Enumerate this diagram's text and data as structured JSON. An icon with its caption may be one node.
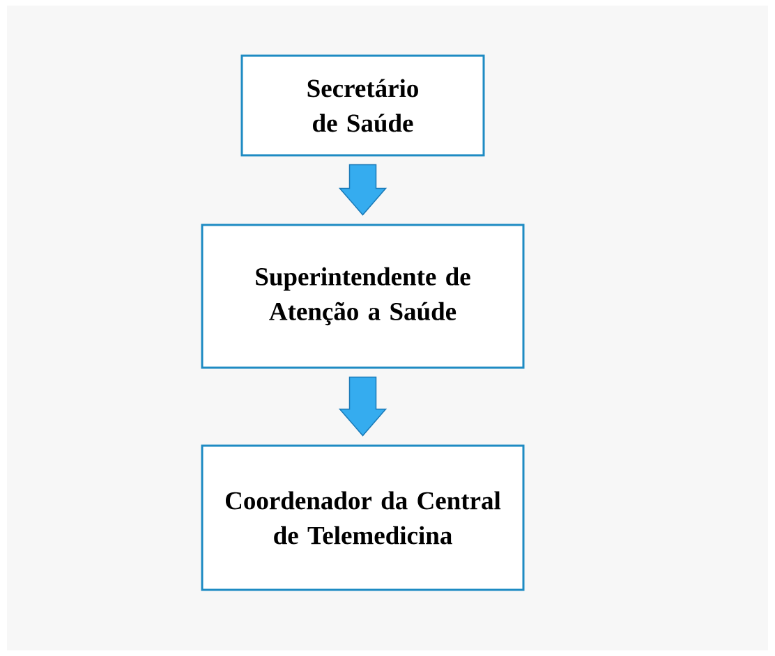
{
  "diagram": {
    "nodes": [
      {
        "text": [
          "Secretário de Saúde"
        ]
      },
      {
        "text": [
          "Superintendente de Atenção a Saúde"
        ]
      },
      {
        "text": [
          "Coordenador da Central de Telemedicina"
        ]
      }
    ],
    "edges": [
      {
        "from": 0,
        "to": 1,
        "arrow": "to"
      },
      {
        "from": 1,
        "to": 2,
        "arrow": "to"
      }
    ]
  }
}
